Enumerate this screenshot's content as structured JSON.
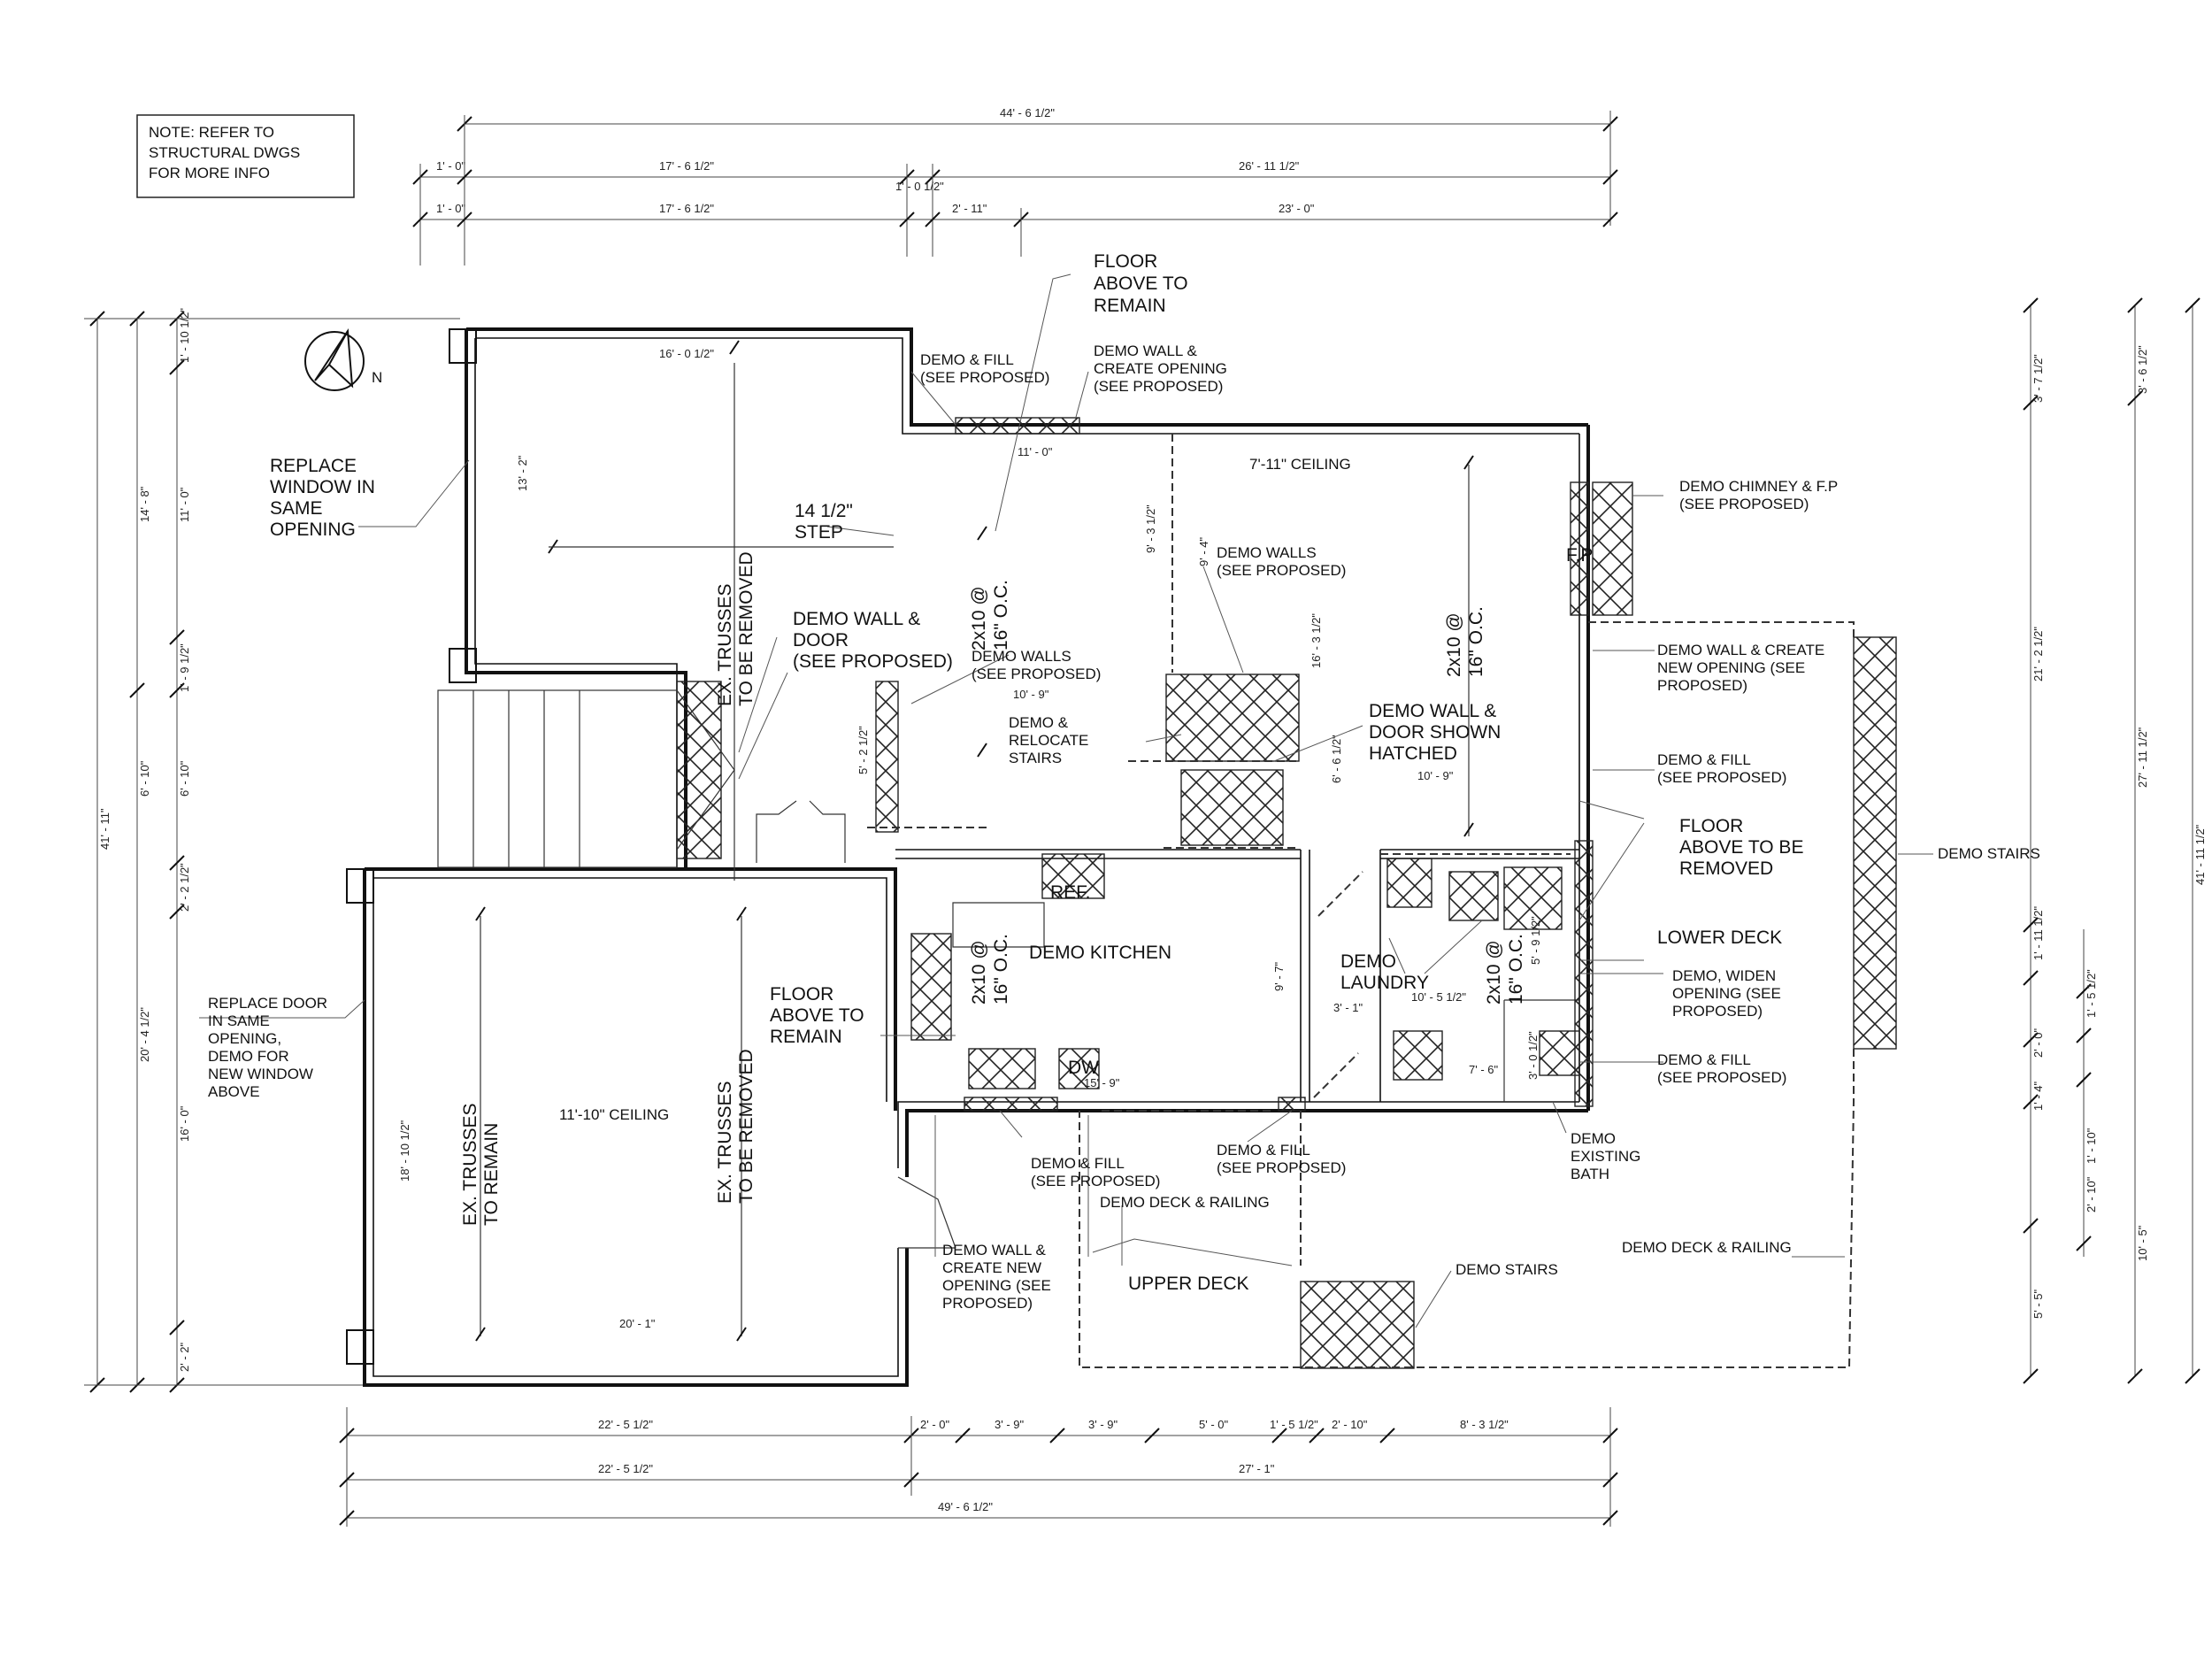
{
  "note": {
    "line1": "NOTE: REFER TO",
    "line2": "STRUCTURAL DWGS",
    "line3": "FOR MORE INFO"
  },
  "north_label": "N",
  "dimensions": {
    "top_overall": "44' - 6 1/2\"",
    "top_r2_a": "1' - 0\"",
    "top_r2_b": "17' - 6 1/2\"",
    "top_r2_c": "1' - 0 1/2\"",
    "top_r2_d": "26' - 11 1/2\"",
    "top_r3_a": "1' - 0\"",
    "top_r3_b": "17' - 6 1/2\"",
    "top_r3_c": "2' - 11\"",
    "top_r3_d": "23' - 0\"",
    "bot_r1_a": "22' - 5 1/2\"",
    "bot_r1_b": "2' - 0\"",
    "bot_r1_c": "3' - 9\"",
    "bot_r1_d": "3' - 9\"",
    "bot_r1_e": "5' - 0\"",
    "bot_r1_f": "1' - 5 1/2\"",
    "bot_r1_g": "2' - 10\"",
    "bot_r1_h": "8' - 3 1/2\"",
    "bot_r2_a": "22' - 5 1/2\"",
    "bot_r2_b": "27' - 1\"",
    "bot_overall": "49' - 6 1/2\"",
    "left_overall": "41' - 11\"",
    "left_a": "14' - 8\"",
    "left_b": "20' - 4 1/2\"",
    "left_c": "1' - 10 1/2\"",
    "left_d": "11' - 0\"",
    "left_e": "1' - 9 1/2\"",
    "left_f": "6' - 10\"",
    "left_g": "6' - 10\"",
    "left_h": "2' - 2 1/2\"",
    "left_i": "16' - 0\"",
    "left_j": "2' - 2\"",
    "right_overall": "41' - 11 1/2\"",
    "right_a": "3' - 6 1/2\"",
    "right_b": "3' - 7 1/2\"",
    "right_c": "27' - 11 1/2\"",
    "right_d": "21' - 2 1/2\"",
    "right_e": "1' - 11 1/2\"",
    "right_f": "1' - 5 1/2\"",
    "right_g": "2' - 0\"",
    "right_h": "1' - 4\"",
    "right_i": "1' - 10\"",
    "right_j": "2' - 10\"",
    "right_k": "10' - 5\"",
    "right_l": "5' - 5\"",
    "in_16_0_5": "16' - 0 1/2\"",
    "in_13_2": "13' - 2\"",
    "in_11_0": "11' - 0\"",
    "in_9_3_5": "9' - 3 1/2\"",
    "in_9_4": "9' - 4\"",
    "in_16_3_5": "16' - 3 1/2\"",
    "in_10_9a": "10' - 9\"",
    "in_10_9b": "10' - 9\"",
    "in_5_2_5": "5' - 2 1/2\"",
    "in_6_6_5": "6' - 6 1/2\"",
    "in_9_7": "9' - 7\"",
    "in_3_1": "3' - 1\"",
    "in_10_5_5": "10' - 5 1/2\"",
    "in_5_9_5": "5' - 9 1/2\"",
    "in_7_6": "7' - 6\"",
    "in_3_0_5": "3' - 0 1/2\"",
    "in_15_9": "15' - 9\"",
    "in_18_10_5": "18' - 10 1/2\"",
    "in_20_1": "20' - 1\""
  },
  "labels": {
    "floor_above_remain_top": [
      "FLOOR",
      "ABOVE TO",
      "REMAIN"
    ],
    "demo_fill_top": [
      "DEMO & FILL",
      "(SEE PROPOSED)"
    ],
    "demo_wall_create_top": [
      "DEMO WALL &",
      "CREATE OPENING",
      "(SEE PROPOSED)"
    ],
    "replace_window": [
      "REPLACE",
      "WINDOW IN",
      "SAME",
      "OPENING"
    ],
    "step": [
      "14 1/2\"",
      "STEP"
    ],
    "ceiling_7_11": "7'-11\" CEILING",
    "demo_chimney": [
      "DEMO CHIMNEY & F.P",
      "(SEE PROPOSED)"
    ],
    "fp": "F.P",
    "demo_walls_1": [
      "DEMO WALLS",
      "(SEE PROPOSED)"
    ],
    "ex_trusses_removed_top": [
      "EX. TRUSSES",
      "TO BE REMOVED"
    ],
    "demo_wall_door": [
      "DEMO WALL &",
      "DOOR",
      "(SEE PROPOSED)"
    ],
    "demo_walls_2": [
      "DEMO WALLS",
      "(SEE PROPOSED)"
    ],
    "joist_a": [
      "2x10 @",
      "16\" O.C."
    ],
    "joist_b": [
      "2x10 @",
      "16\" O.C."
    ],
    "joist_c": [
      "2x10 @",
      "16\" O.C."
    ],
    "joist_d": [
      "2x10 @",
      "16\" O.C."
    ],
    "demo_wall_create_new_r": [
      "DEMO WALL & CREATE",
      "NEW OPENING (SEE",
      "PROPOSED)"
    ],
    "demo_relocate": [
      "DEMO &",
      "RELOCATE",
      "STAIRS"
    ],
    "demo_wall_door_hatched": [
      "DEMO WALL &",
      "DOOR SHOWN",
      "HATCHED"
    ],
    "demo_fill_r1": [
      "DEMO & FILL",
      "(SEE PROPOSED)"
    ],
    "floor_above_removed": [
      "FLOOR",
      "ABOVE TO BE",
      "REMOVED"
    ],
    "demo_stairs_r": "DEMO STAIRS",
    "ref": "REF.",
    "demo_kitchen": "DEMO KITCHEN",
    "lower_deck": "LOWER DECK",
    "demo_laundry": [
      "DEMO",
      "LAUNDRY"
    ],
    "demo_widen": [
      "DEMO, WIDEN",
      "OPENING (SEE",
      "PROPOSED)"
    ],
    "replace_door": [
      "REPLACE DOOR",
      "IN SAME",
      "OPENING,",
      "DEMO FOR",
      "NEW WINDOW",
      "ABOVE"
    ],
    "floor_above_remain_mid": [
      "FLOOR",
      "ABOVE TO",
      "REMAIN"
    ],
    "dw": "DW",
    "demo_fill_r2": [
      "DEMO & FILL",
      "(SEE PROPOSED)"
    ],
    "ceiling_11_10": "11'-10\" CEILING",
    "ex_trusses_remain": [
      "EX. TRUSSES",
      "TO REMAIN"
    ],
    "ex_trusses_removed_bot": [
      "EX. TRUSSES",
      "TO BE REMOVED"
    ],
    "demo_fill_b1": [
      "DEMO & FILL",
      "(SEE PROPOSED)"
    ],
    "demo_fill_b2": [
      "DEMO & FILL",
      "(SEE PROPOSED)"
    ],
    "demo_existing_bath": [
      "DEMO",
      "EXISTING",
      "BATH"
    ],
    "demo_deck_railing_1": "DEMO DECK & RAILING",
    "demo_deck_railing_2": "DEMO DECK & RAILING",
    "demo_wall_create_new_b": [
      "DEMO WALL &",
      "CREATE NEW",
      "OPENING (SEE",
      "PROPOSED)"
    ],
    "upper_deck": "UPPER DECK",
    "demo_stairs_b": "DEMO STAIRS"
  }
}
